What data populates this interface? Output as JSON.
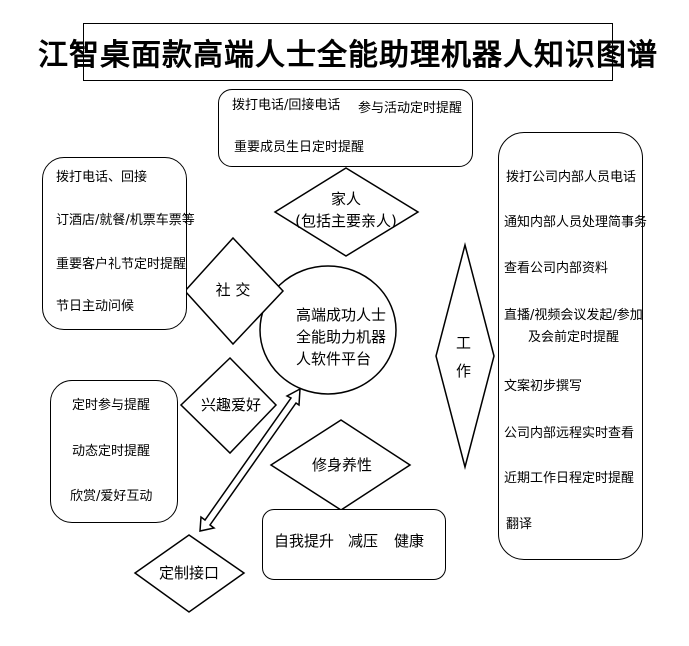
{
  "title": "江智桌面款高端人士全能助理机器人知识图谱",
  "center": {
    "lines": [
      "高端成功人士",
      "全能助力机器",
      "人软件平台"
    ]
  },
  "family": {
    "label_lines": [
      "家人",
      "(包括主要亲人)"
    ],
    "items": [
      "拨打电话/回接电话",
      "参与活动定时提醒",
      "重要成员生日定时提醒"
    ]
  },
  "social": {
    "label": "社 交",
    "items": [
      "拨打电话、回接",
      "订酒店/就餐/机票车票等",
      "重要客户礼节定时提醒",
      "节日主动问候"
    ]
  },
  "hobby": {
    "label": "兴趣爱好",
    "items": [
      "定时参与提醒",
      "动态定时提醒",
      "欣赏/爱好互动"
    ]
  },
  "cultivation": {
    "label": "修身养性",
    "items": [
      "自我提升",
      "减压",
      "健康"
    ]
  },
  "work": {
    "label_lines": [
      "工",
      "作"
    ],
    "items": [
      "拨打公司内部人员电话",
      "通知内部人员处理简事务",
      "查看公司内部资料",
      "直播/视频会议发起/参加",
      "及会前定时提醒",
      "文案初步撰写",
      "公司内部远程实时查看",
      "近期工作日程定时提醒",
      "翻译"
    ]
  },
  "custom_interface": {
    "label": "定制接口"
  }
}
